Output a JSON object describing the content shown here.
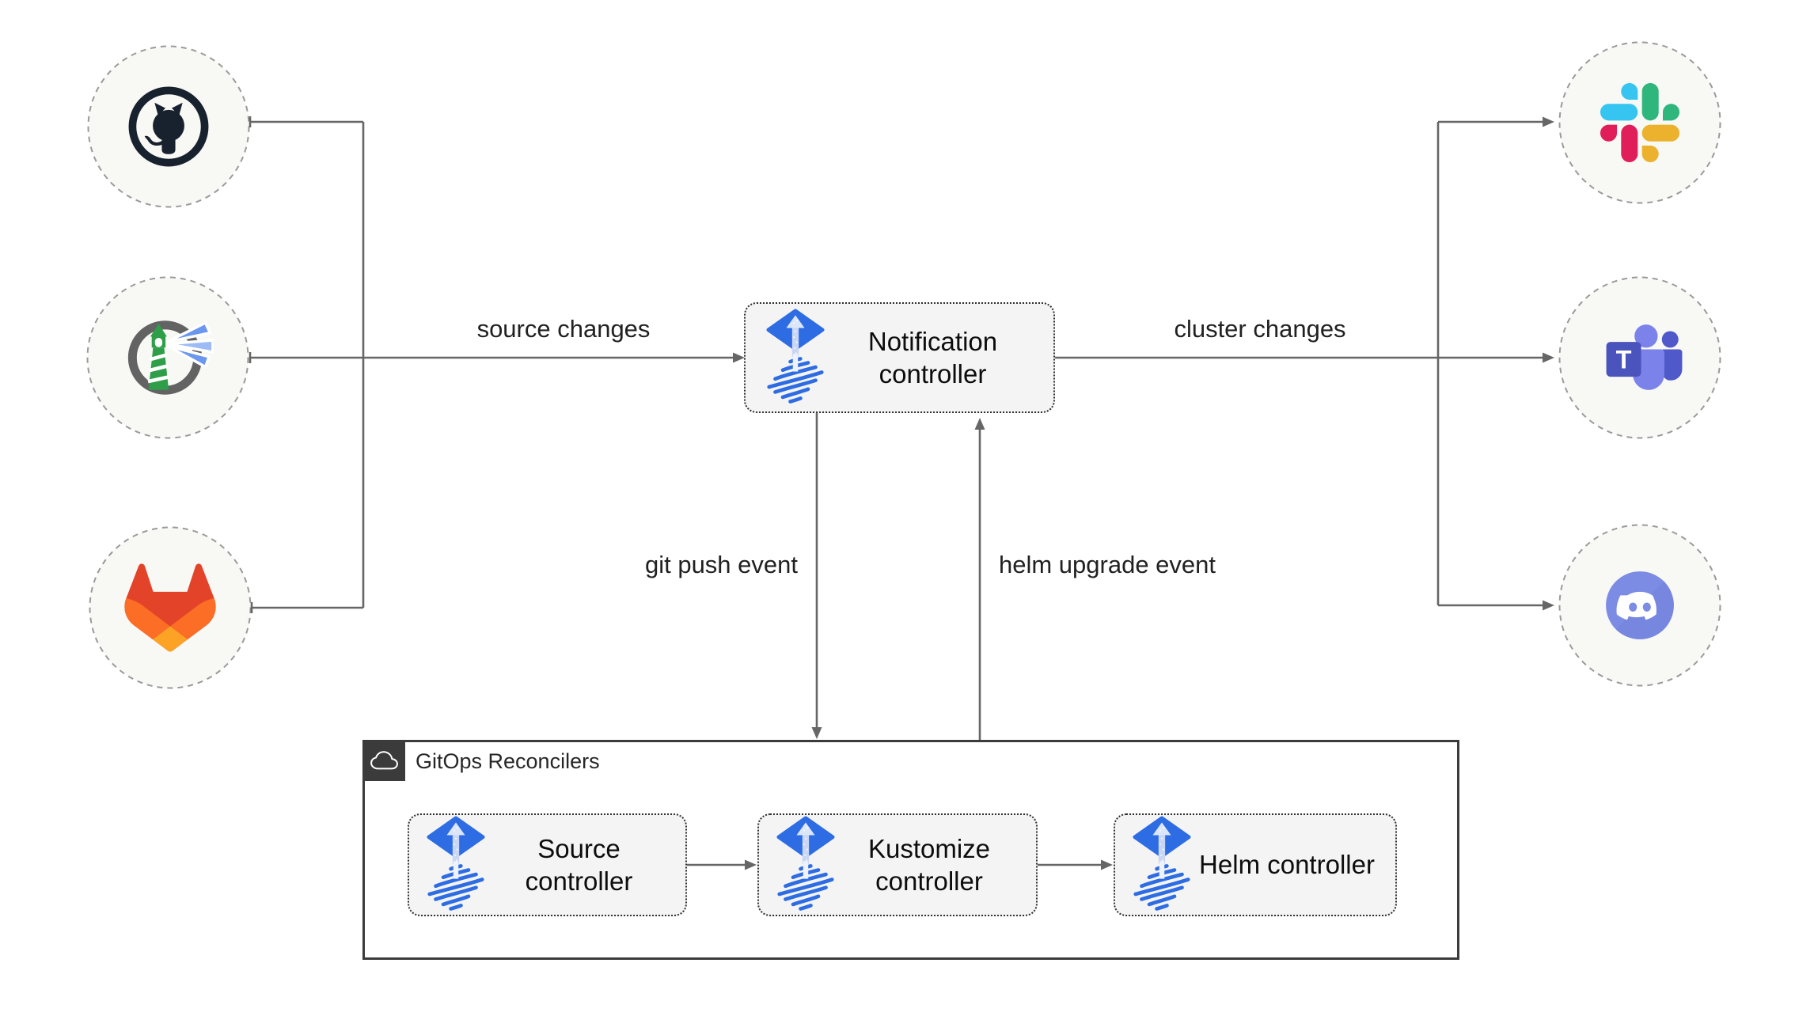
{
  "diagram": {
    "edge_labels": {
      "source_changes": "source changes",
      "cluster_changes": "cluster changes",
      "git_push_event": "git push event",
      "helm_upgrade_event": "helm upgrade event"
    },
    "notification_controller": {
      "label": "Notification controller",
      "icon": "flux-icon"
    },
    "sources": [
      {
        "icon": "github-icon"
      },
      {
        "icon": "lighthouse-icon"
      },
      {
        "icon": "gitlab-icon"
      }
    ],
    "alert_targets": [
      {
        "icon": "slack-icon"
      },
      {
        "icon": "teams-icon"
      },
      {
        "icon": "discord-icon"
      }
    ],
    "gitops_reconcilers": {
      "label": "GitOps Reconcilers",
      "icon": "cloud-icon",
      "controllers": [
        {
          "label": "Source controller",
          "icon": "flux-icon"
        },
        {
          "label": "Kustomize controller",
          "icon": "flux-icon"
        },
        {
          "label": "Helm controller",
          "icon": "flux-icon"
        }
      ]
    },
    "colors": {
      "connector": "#666666",
      "node_fill": "#f8f8f5",
      "node_border": "#9a9a9a",
      "box_fill": "#f4f4f4",
      "box_border": "#2f2f2f",
      "container_border": "#3b3b3b",
      "corner_badge": "#3b3b3b",
      "flux_blue": "#2e6ce3",
      "slack_palette": [
        "#36c5f0",
        "#2eb67d",
        "#e01e5a",
        "#ecb22e"
      ],
      "teams_purple": "#4b53bc",
      "discord_blurple": "#7c8ce4",
      "gitlab_palette": [
        "#e24329",
        "#fc6d26",
        "#fca326"
      ],
      "github_dark": "#18222f",
      "lighthouse_green": "#2f9e49",
      "text": "#1f1f1f"
    }
  }
}
